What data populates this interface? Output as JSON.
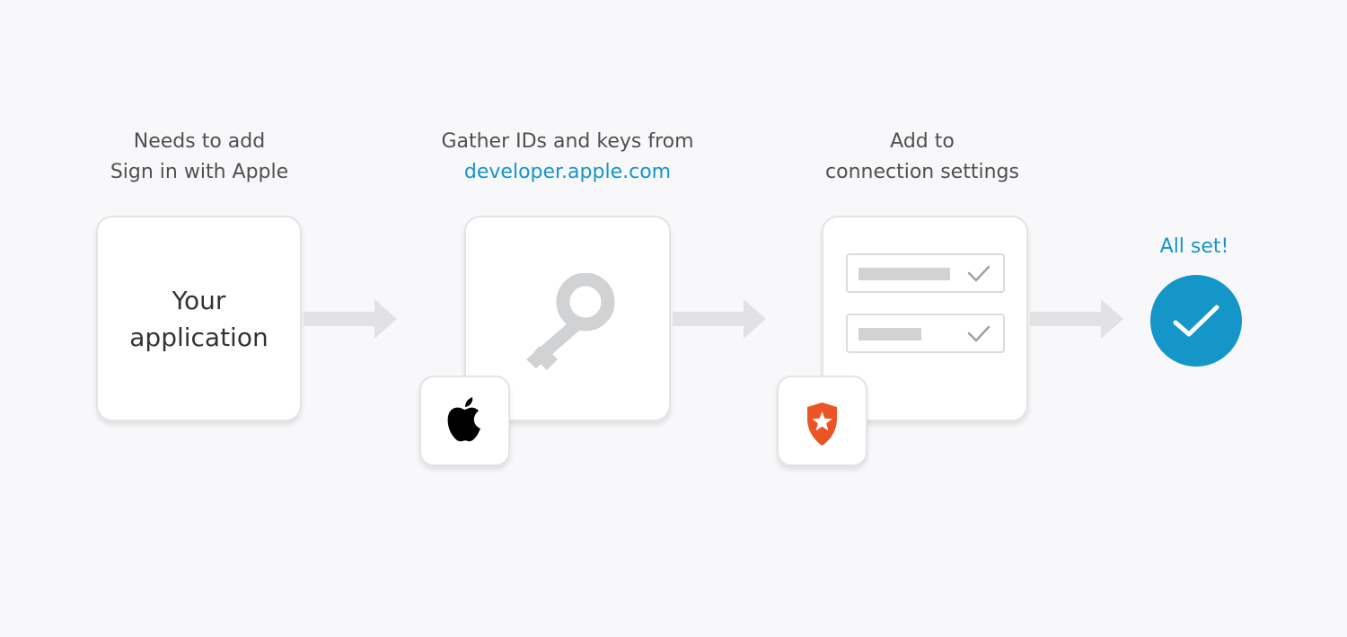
{
  "steps": [
    {
      "caption_lines": [
        "Needs to add",
        "Sign in with Apple"
      ]
    },
    {
      "caption_lines": [
        "Gather IDs and keys from"
      ],
      "link": "developer.apple.com"
    },
    {
      "caption_lines": [
        "Add to",
        "connection settings"
      ]
    }
  ],
  "app_card": {
    "label_lines": [
      "Your",
      "application"
    ]
  },
  "done": {
    "label": "All set!"
  },
  "icons": {
    "key": "key-icon",
    "apple": "apple-logo-icon",
    "auth0": "auth0-shield-icon",
    "arrow": "arrow-right-icon",
    "check": "check-icon",
    "done": "check-circle-icon"
  },
  "colors": {
    "background": "#f8f8fa",
    "accent": "#1496c8",
    "auth0_orange": "#eb5424",
    "text": "#505050",
    "icon_gray": "#d0d2d4"
  }
}
